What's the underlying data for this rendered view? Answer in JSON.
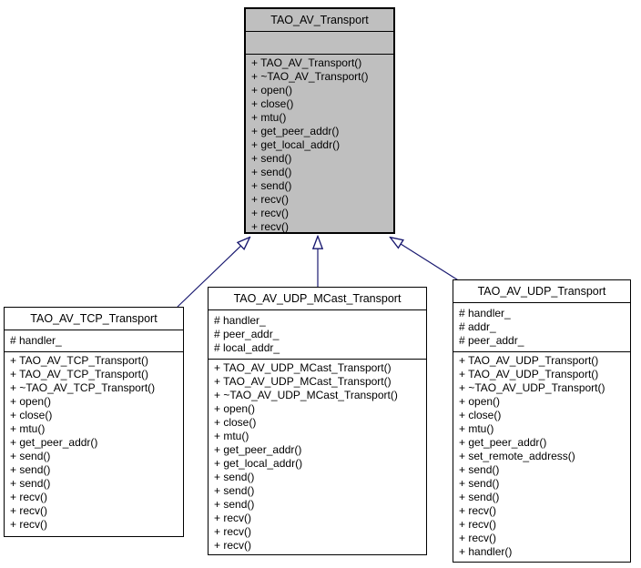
{
  "diagram": {
    "type": "uml-class-inheritance",
    "classes": [
      {
        "id": "base",
        "title": "TAO_AV_Transport",
        "attributes": [],
        "methods": [
          "+ TAO_AV_Transport()",
          "+ ~TAO_AV_Transport()",
          "+ open()",
          "+ close()",
          "+ mtu()",
          "+ get_peer_addr()",
          "+ get_local_addr()",
          "+ send()",
          "+ send()",
          "+ send()",
          "+ recv()",
          "+ recv()",
          "+ recv()"
        ]
      },
      {
        "id": "tcp",
        "title": "TAO_AV_TCP_Transport",
        "attributes": [
          "# handler_"
        ],
        "methods": [
          "+ TAO_AV_TCP_Transport()",
          "+ TAO_AV_TCP_Transport()",
          "+ ~TAO_AV_TCP_Transport()",
          "+ open()",
          "+ close()",
          "+ mtu()",
          "+ get_peer_addr()",
          "+ send()",
          "+ send()",
          "+ send()",
          "+ recv()",
          "+ recv()",
          "+ recv()"
        ]
      },
      {
        "id": "udp_mcast",
        "title": "TAO_AV_UDP_MCast_Transport",
        "attributes": [
          "# handler_",
          "# peer_addr_",
          "# local_addr_"
        ],
        "methods": [
          "+ TAO_AV_UDP_MCast_Transport()",
          "+ TAO_AV_UDP_MCast_Transport()",
          "+ ~TAO_AV_UDP_MCast_Transport()",
          "+ open()",
          "+ close()",
          "+ mtu()",
          "+ get_peer_addr()",
          "+ get_local_addr()",
          "+ send()",
          "+ send()",
          "+ send()",
          "+ recv()",
          "+ recv()",
          "+ recv()"
        ]
      },
      {
        "id": "udp",
        "title": "TAO_AV_UDP_Transport",
        "attributes": [
          "# handler_",
          "# addr_",
          "# peer_addr_"
        ],
        "methods": [
          "+ TAO_AV_UDP_Transport()",
          "+ TAO_AV_UDP_Transport()",
          "+ ~TAO_AV_UDP_Transport()",
          "+ open()",
          "+ close()",
          "+ mtu()",
          "+ get_peer_addr()",
          "+ set_remote_address()",
          "+ send()",
          "+ send()",
          "+ send()",
          "+ recv()",
          "+ recv()",
          "+ recv()",
          "+ handler()"
        ]
      }
    ],
    "edges": [
      {
        "from": "TAO_AV_TCP_Transport",
        "to": "TAO_AV_Transport",
        "type": "inheritance"
      },
      {
        "from": "TAO_AV_UDP_MCast_Transport",
        "to": "TAO_AV_Transport",
        "type": "inheritance"
      },
      {
        "from": "TAO_AV_UDP_Transport",
        "to": "TAO_AV_Transport",
        "type": "inheritance"
      }
    ]
  },
  "colors": {
    "arrow": "#191970",
    "base_class_fill": "#bfbfbf",
    "box_border": "#000000",
    "background": "#ffffff"
  }
}
